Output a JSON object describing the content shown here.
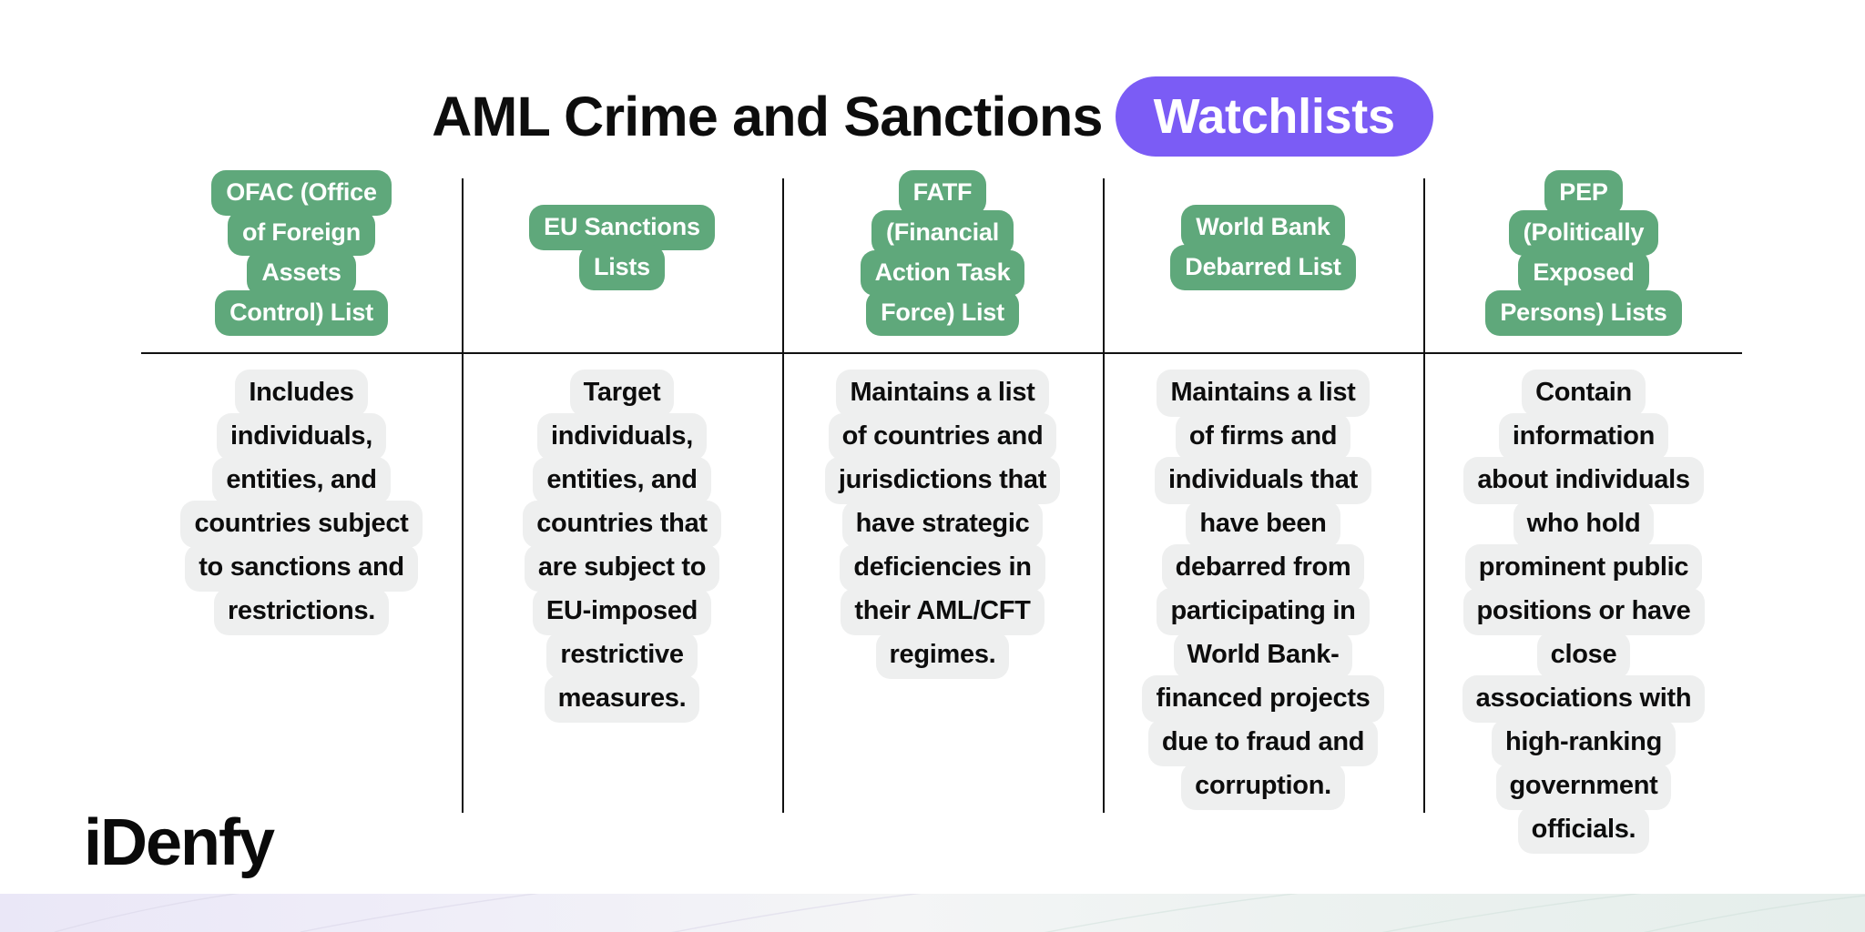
{
  "title": {
    "text": "AML Crime and Sanctions",
    "badge": "Watchlists"
  },
  "colors": {
    "accent_purple": "#7B5CF5",
    "header_green": "#5FA87B",
    "body_highlight": "#EEEFEF",
    "rule": "#111111",
    "text_dark": "#0D0D0D",
    "strip_left": "#EAE7F7",
    "strip_right": "#E5EEEB"
  },
  "columns": [
    {
      "id": "ofac",
      "header_lines": [
        "OFAC (Office",
        "of Foreign",
        "Assets",
        "Control) List"
      ],
      "body_lines": [
        "Includes",
        "individuals,",
        "entities, and",
        "countries subject",
        "to sanctions and",
        "restrictions."
      ]
    },
    {
      "id": "eu-sanctions",
      "header_lines": [
        "EU Sanctions",
        "Lists"
      ],
      "body_lines": [
        "Target",
        "individuals,",
        "entities, and",
        "countries that",
        "are subject to",
        "EU-imposed",
        "restrictive",
        "measures."
      ]
    },
    {
      "id": "fatf",
      "header_lines": [
        "FATF",
        "(Financial",
        "Action Task",
        "Force) List"
      ],
      "body_lines": [
        "Maintains a list",
        "of countries and",
        "jurisdictions that",
        "have strategic",
        "deficiencies in",
        "their AML/CFT",
        "regimes."
      ]
    },
    {
      "id": "world-bank",
      "header_lines": [
        "World Bank",
        "Debarred List"
      ],
      "body_lines": [
        "Maintains a list",
        "of firms and",
        "individuals that",
        "have been",
        "debarred from",
        "participating in",
        "World Bank-",
        "financed projects",
        "due to fraud and",
        "corruption."
      ]
    },
    {
      "id": "pep",
      "header_lines": [
        "PEP",
        "(Politically",
        "Exposed",
        "Persons) Lists"
      ],
      "body_lines": [
        "Contain",
        "information",
        "about individuals",
        "who hold",
        "prominent public",
        "positions or have",
        "close",
        "associations with",
        "high-ranking",
        "government",
        "officials."
      ]
    }
  ],
  "logo": {
    "text": "iDenfy"
  }
}
